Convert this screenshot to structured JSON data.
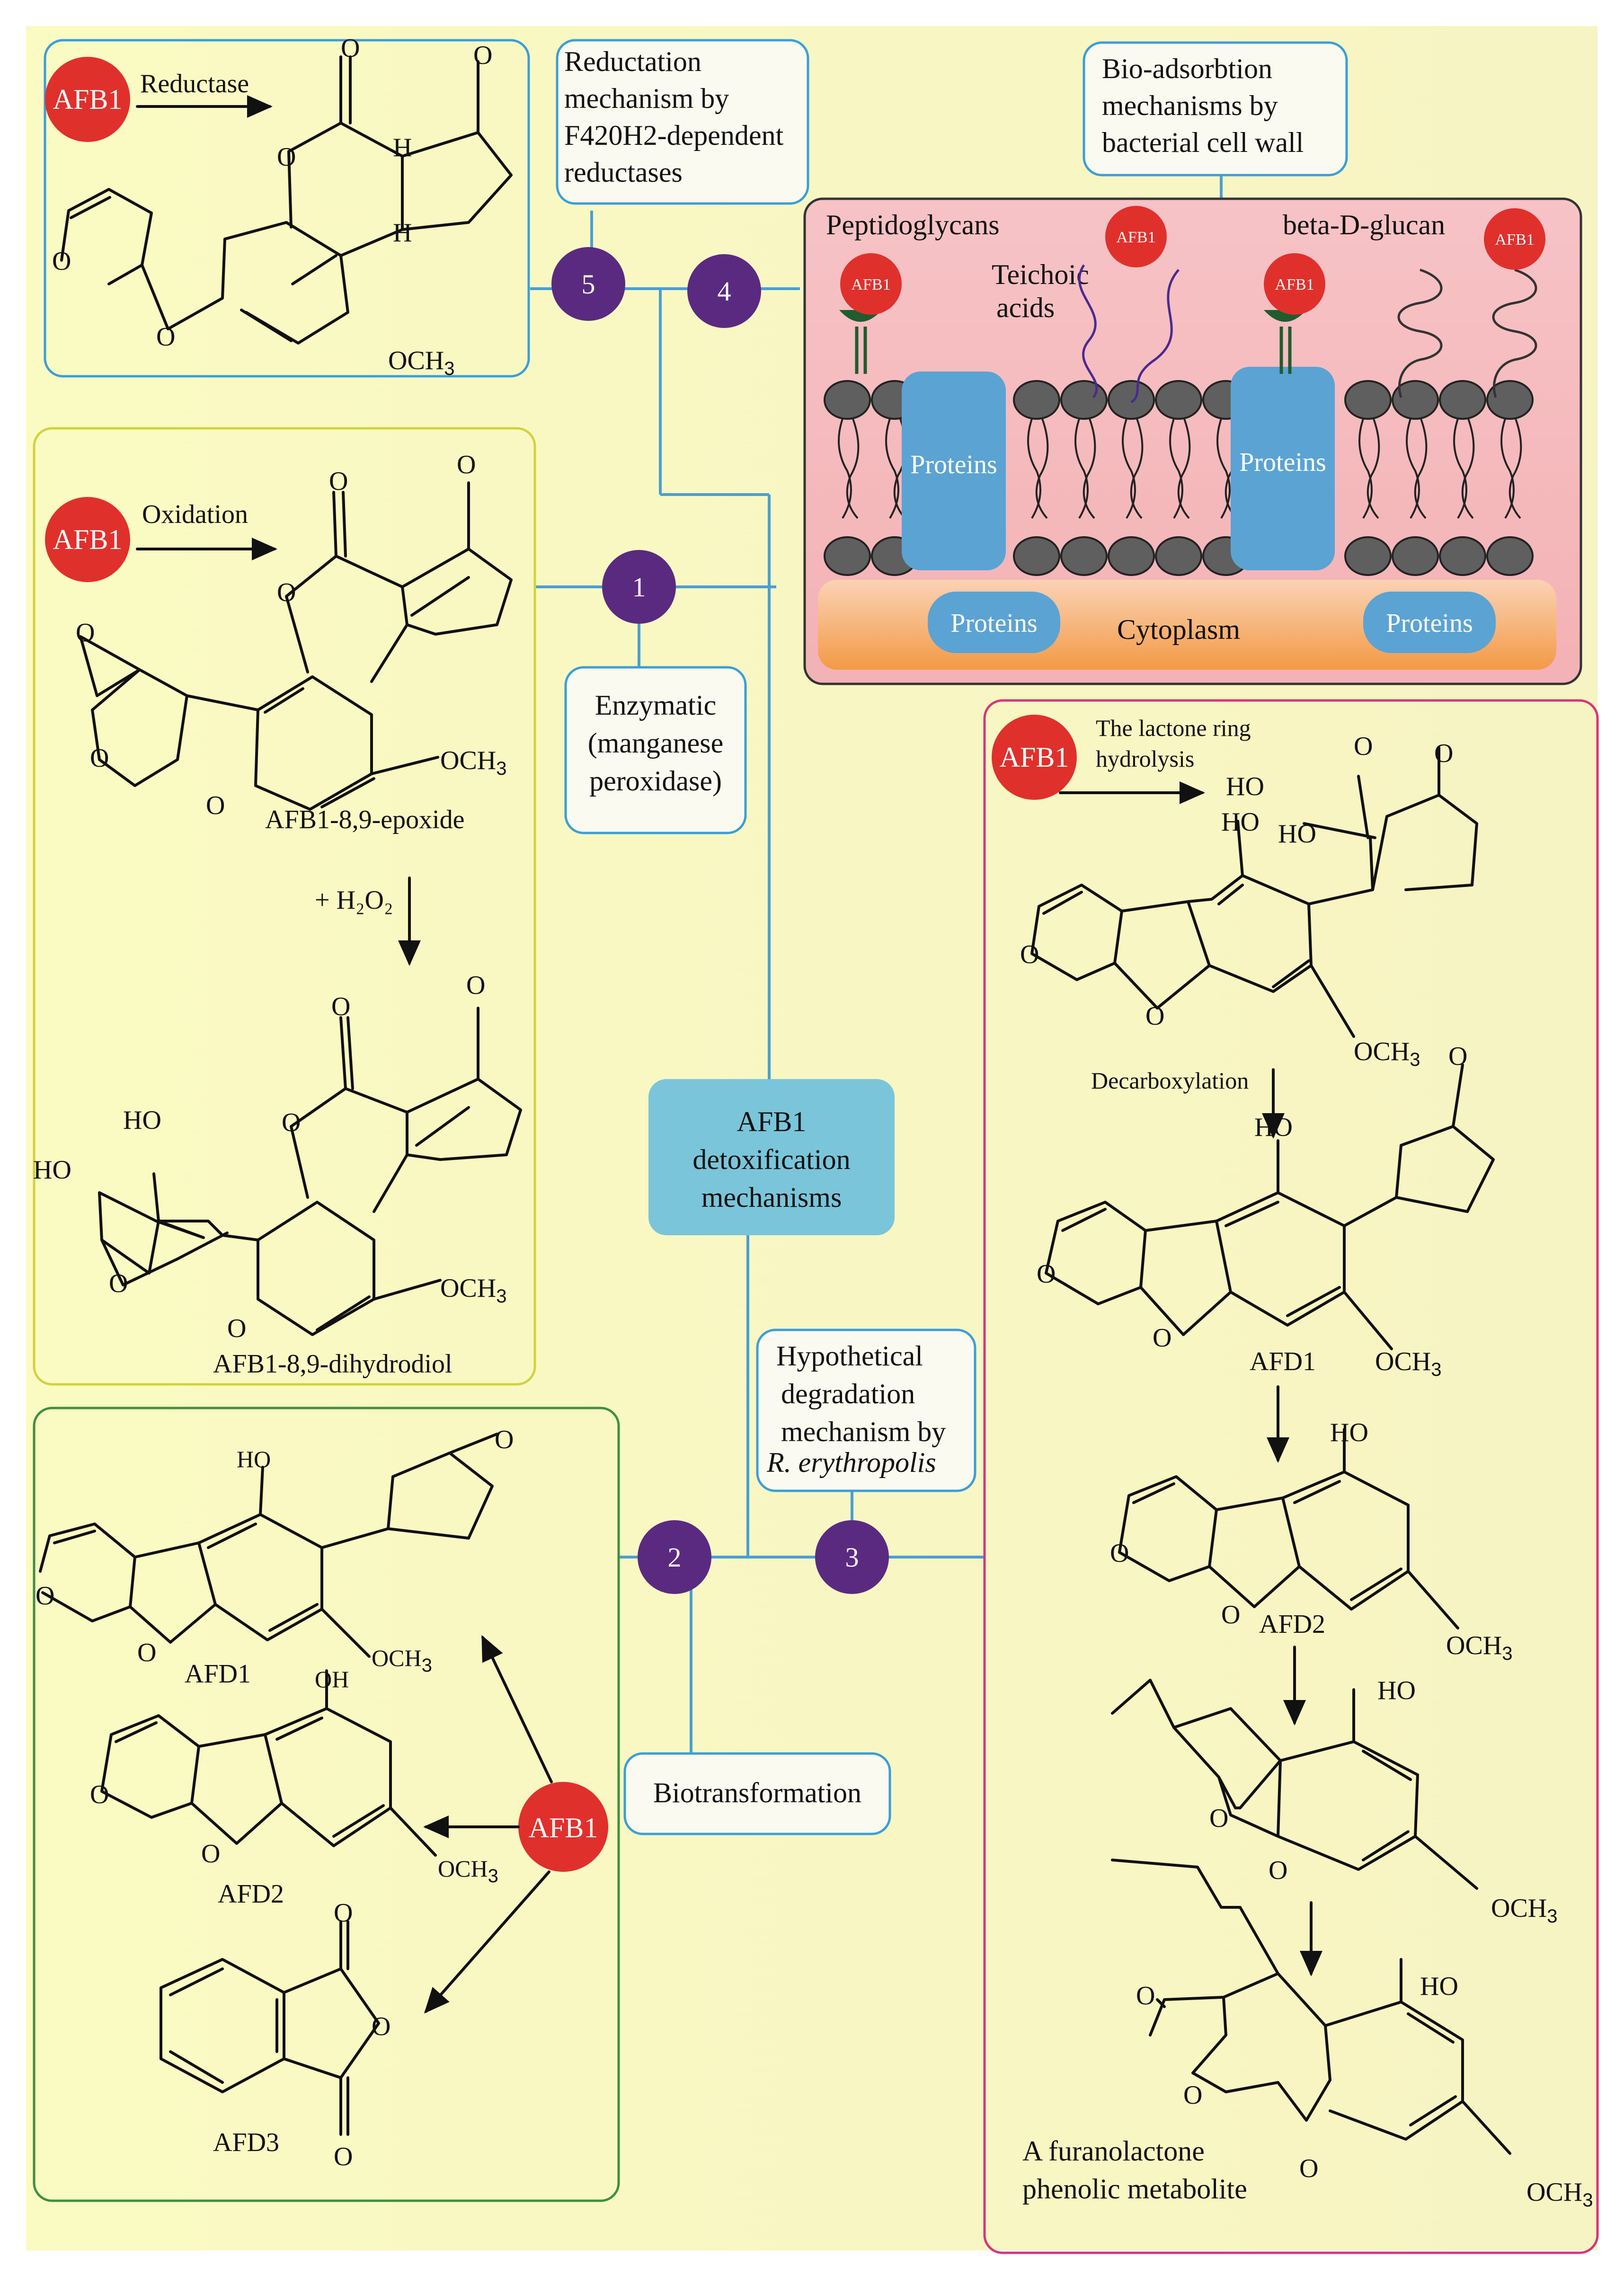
{
  "center": {
    "title_lines": [
      "AFB1",
      "detoxification",
      "mechanisms"
    ],
    "color": "#7ac5da"
  },
  "afb1_badge": "AFB1",
  "mechanisms": {
    "m1": {
      "number": "1",
      "category_lines": [
        "Enzymatic",
        "(manganese",
        "peroxidase)"
      ],
      "arrow_label": "Oxidation",
      "step_label": "+ H₂O₂",
      "product1": "AFB1-8,9-epoxide",
      "product2": "AFB1-8,9-dihydrodiol"
    },
    "m2": {
      "number": "2",
      "category": "Biotransformation",
      "products": [
        "AFD1",
        "AFD2",
        "AFD3"
      ]
    },
    "m3": {
      "number": "3",
      "category_lines": [
        "Hypothetical",
        "degradation",
        "mechanism by"
      ],
      "organism": "R. erythropolis",
      "arrow_label_lines": [
        "The lactone ring",
        "hydrolysis"
      ],
      "decarboxylation": "Decarboxylation",
      "products": [
        "AFD1",
        "AFD2"
      ],
      "final_lines": [
        "A furanolactone",
        "phenolic metabolite"
      ]
    },
    "m4": {
      "number": "4",
      "category_lines": [
        "Bio-adsorbtion",
        "mechanisms by",
        "bacterial cell wall"
      ],
      "labels": {
        "peptidoglycans": "Peptidoglycans",
        "teichoic": [
          "Teichoic",
          "acids"
        ],
        "glucan": "beta-D-glucan",
        "proteins": "Proteins",
        "cytoplasm": "Cytoplasm"
      }
    },
    "m5": {
      "number": "5",
      "category_lines": [
        "Reductation",
        "mechanism by",
        "F420H2-dependent",
        "reductases"
      ],
      "arrow_label": "Reductase"
    }
  },
  "chem": {
    "och3": "OCH",
    "och3_sub": "3",
    "ho": "HO",
    "oh": "OH",
    "o": "O",
    "h": "H"
  },
  "colors": {
    "background": "#fafac8",
    "box5": "#3a9fd8",
    "box1": "#d2d240",
    "box2": "#3f8f3f",
    "box3": "#d8347a",
    "cellwall": "#f5b9bd",
    "protein": "#5ba3d3",
    "cytoplasm": "#f5a04a",
    "afb1": "#e0302c",
    "node": "#5a2a80"
  }
}
